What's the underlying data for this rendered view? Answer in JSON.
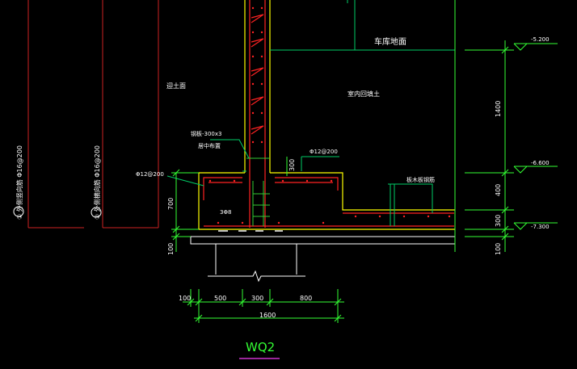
{
  "drawing": {
    "title": "WQ2",
    "colors": {
      "background": "#000000",
      "dimension": "#33ff33",
      "text": "#ffffff",
      "concrete": "#ffff00",
      "rebar": "#ff2222",
      "leader": "#00cc66",
      "gridline": "#cc2222",
      "slab": "#ffffff",
      "title": "#33ff33",
      "title_underline": "#cc33cc"
    },
    "labels": {
      "garage_floor": "车库地面",
      "backfill": "迎土面",
      "indoor_backfill": "室内回填土",
      "waterstop": "钢板-300x3",
      "waterstop_note": "居中布置",
      "rebar_top_right": "Φ12@200",
      "rebar_left": "Φ12@200",
      "slab_rebar_note": "板木板钢筋",
      "stirrup_note": "3Φ8",
      "rebar_note_1": "① 外侧竖向筋 Φ16@200",
      "rebar_note_2": "② 外侧横向筋 Φ16@200"
    },
    "elevations": {
      "top": "-5.200",
      "middle": "-6.600",
      "bottom": "-7.300"
    },
    "dims": {
      "right_1400": "1400",
      "right_400": "400",
      "right_300": "300",
      "right_100": "100",
      "left_700": "700",
      "left_100": "100",
      "wall_300": "300",
      "bottom_100": "100",
      "bottom_500": "500",
      "bottom_300": "300",
      "bottom_800": "800",
      "bottom_total": "1600"
    }
  }
}
